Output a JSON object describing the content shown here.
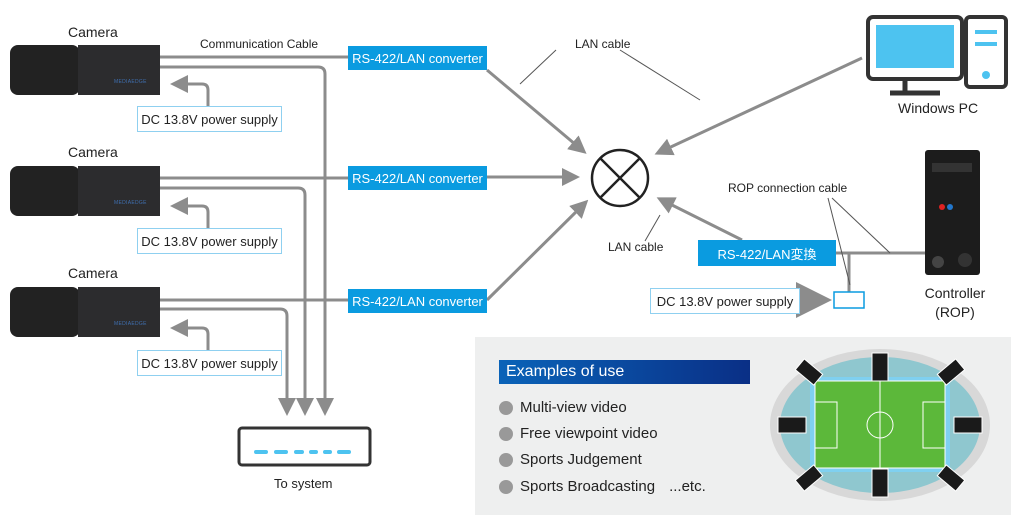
{
  "cameras": [
    {
      "label": "Camera"
    },
    {
      "label": "Camera"
    },
    {
      "label": "Camera"
    }
  ],
  "communication_cable_label": "Communication Cable",
  "converters": [
    "RS-422/LAN converter",
    "RS-422/LAN converter",
    "RS-422/LAN converter"
  ],
  "power_supplies": [
    "DC 13.8V power supply",
    "DC 13.8V power supply",
    "DC 13.8V power supply"
  ],
  "lan_cable_label_top": "LAN cable",
  "lan_cable_label_bottom": "LAN cable",
  "pc_label": "Windows PC",
  "rop_cable_label": "ROP connection cable",
  "rop_converter": "RS-422/LAN変換",
  "rop_power_supply": "DC 13.8V power supply",
  "controller_label": [
    "Controller",
    "(ROP)"
  ],
  "system_label": "To system",
  "camera_brand": "MEDIAEDGE",
  "examples": {
    "title": "Examples of use",
    "items": [
      "Multi-view video",
      "Free viewpoint video",
      "Sports Judgement",
      "Sports Broadcasting"
    ],
    "etc": "...etc."
  },
  "colors": {
    "accent": "#0a9be0",
    "cable": "#8c8c8c",
    "header_start": "#0a63b8",
    "header_end": "#0a2f86",
    "field": "#5cb83a"
  }
}
